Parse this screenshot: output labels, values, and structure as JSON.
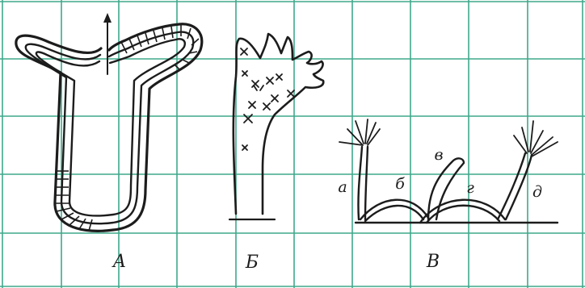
{
  "figure": {
    "colors": {
      "paper": "#ffffff",
      "grid": "#3fa98a",
      "ink": "#1c1c1c"
    },
    "panels": [
      {
        "key": "A",
        "label": "А"
      },
      {
        "key": "B",
        "label": "Б"
      },
      {
        "key": "V",
        "label": "В"
      }
    ],
    "panel_v_letters": [
      "а",
      "б",
      "в",
      "г",
      "д"
    ]
  }
}
